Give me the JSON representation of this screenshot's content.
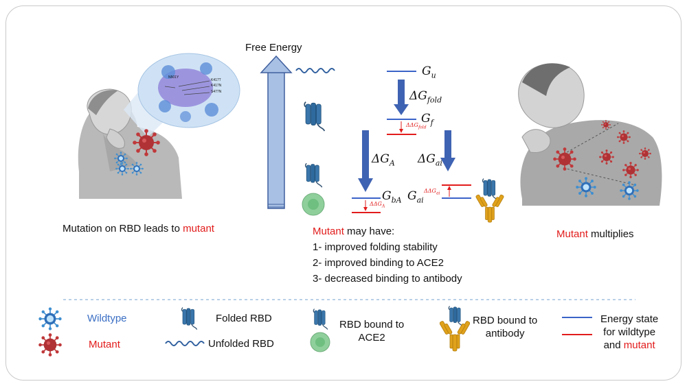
{
  "header": {
    "axis_label": "Free Energy"
  },
  "energy_levels": {
    "unfolded": {
      "symbol": "G",
      "sub": "u"
    },
    "folded": {
      "symbol": "G",
      "sub": "f"
    },
    "ace2_bound": {
      "symbol": "G",
      "sub": "bA"
    },
    "antibody_bound": {
      "symbol": "G",
      "sub": "ai"
    },
    "delta_fold": {
      "symbol": "ΔG",
      "sub": "fold"
    },
    "delta_ace2": {
      "symbol": "ΔG",
      "sub": "A"
    },
    "delta_ab": {
      "symbol": "ΔG",
      "sub": "ai"
    },
    "ddg_fold": {
      "symbol": "ΔΔG",
      "sub": "fold"
    },
    "ddg_ace2": {
      "symbol": "ΔΔG",
      "sub": "A"
    },
    "ddg_ab": {
      "symbol": "ΔΔG",
      "sub": "ai"
    }
  },
  "insert_mutations": [
    "K417T",
    "K417N",
    "S477N",
    "N501Y"
  ],
  "left_caption": {
    "text": "Mutation on RBD leads to ",
    "highlight": "mutant"
  },
  "right_caption": {
    "highlight": "Mutant",
    "text": " multiplies"
  },
  "mutant_list": {
    "heading_highlight": "Mutant",
    "heading_rest": " may have:",
    "items": [
      "1- improved folding stability",
      "2- improved binding to ACE2",
      "3- decreased binding to antibody"
    ]
  },
  "legend": {
    "wildtype": "Wildtype",
    "mutant": "Mutant",
    "folded": "Folded RBD",
    "unfolded": "Unfolded RBD",
    "ace2_line1": "RBD bound to",
    "ace2_line2": "ACE2",
    "antibody_line1": "RBD bound to",
    "antibody_line2": "antibody",
    "energy_line1": "Energy state",
    "energy_line2": "for wildtype",
    "energy_line3_pre": "and ",
    "energy_line3_highlight": "mutant"
  },
  "colors": {
    "wildtype_level": "#3a63c8",
    "mutant_level": "#e21b1b",
    "arrow": "#3f63b3",
    "virus_blue": "#3f8fd0",
    "virus_red": "#c0393b",
    "protein": "#2f6a9e",
    "ace2_cell": "#8fcf9b",
    "antibody": "#e0a21c"
  }
}
